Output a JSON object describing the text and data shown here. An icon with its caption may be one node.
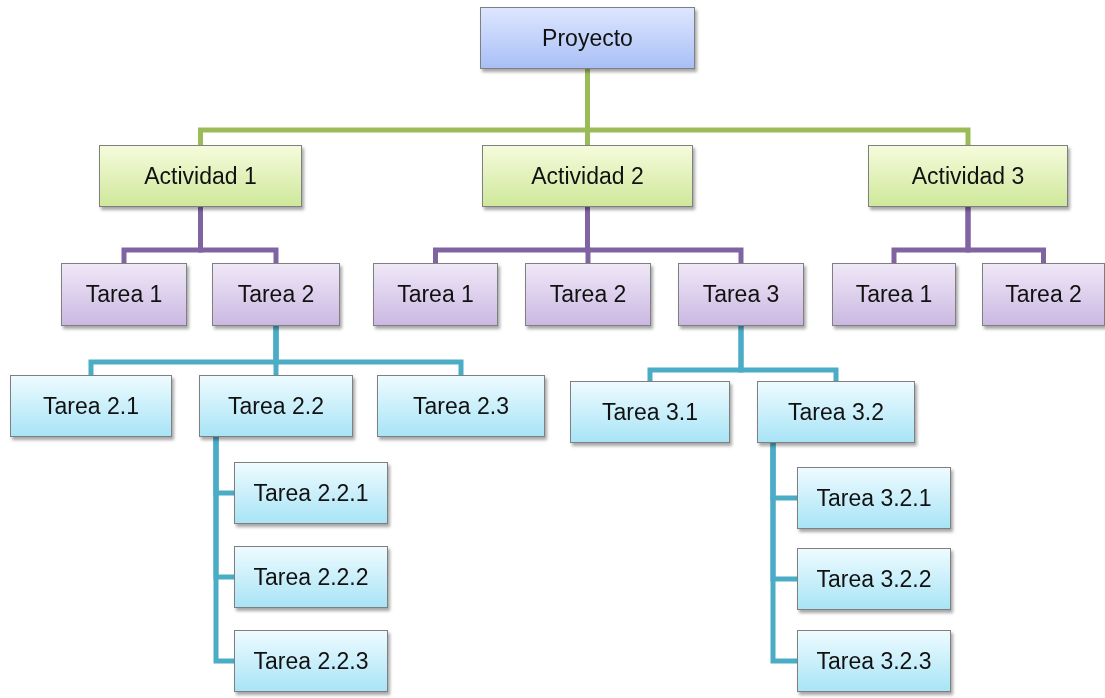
{
  "diagram": {
    "nodes": [
      {
        "text": [
          "Proyecto"
        ]
      },
      {
        "text": [
          "Actividad 1"
        ]
      },
      {
        "text": [
          "Actividad 2"
        ]
      },
      {
        "text": [
          "Actividad 3"
        ]
      },
      {
        "text": [
          "Tarea 1"
        ]
      },
      {
        "text": [
          "Tarea 2"
        ]
      },
      {
        "text": [
          "Tarea 1"
        ]
      },
      {
        "text": [
          "Tarea 2"
        ]
      },
      {
        "text": [
          "Tarea 3"
        ]
      },
      {
        "text": [
          "Tarea 1"
        ]
      },
      {
        "text": [
          "Tarea 2"
        ]
      },
      {
        "text": [
          "Tarea 2.1"
        ]
      },
      {
        "text": [
          "Tarea 2.2"
        ]
      },
      {
        "text": [
          "Tarea 2.3"
        ]
      },
      {
        "text": [
          "Tarea 2.2.1"
        ]
      },
      {
        "text": [
          "Tarea 2.2.2"
        ]
      },
      {
        "text": [
          "Tarea 2.2.3"
        ]
      },
      {
        "text": [
          "Tarea 3.1"
        ]
      },
      {
        "text": [
          "Tarea 3.2"
        ]
      },
      {
        "text": [
          "Tarea 3.2.1"
        ]
      },
      {
        "text": [
          "Tarea 3.2.2"
        ]
      },
      {
        "text": [
          "Tarea 3.2.3"
        ]
      }
    ],
    "edges": [
      {
        "from": 0,
        "to": 1,
        "arrow": "none",
        "color": "#9bbb59"
      },
      {
        "from": 0,
        "to": 2,
        "arrow": "none",
        "color": "#9bbb59"
      },
      {
        "from": 0,
        "to": 3,
        "arrow": "none",
        "color": "#9bbb59"
      },
      {
        "from": 1,
        "to": 4,
        "arrow": "none",
        "color": "#8064a2"
      },
      {
        "from": 1,
        "to": 5,
        "arrow": "none",
        "color": "#8064a2"
      },
      {
        "from": 2,
        "to": 6,
        "arrow": "none",
        "color": "#8064a2"
      },
      {
        "from": 2,
        "to": 7,
        "arrow": "none",
        "color": "#8064a2"
      },
      {
        "from": 2,
        "to": 8,
        "arrow": "none",
        "color": "#8064a2"
      },
      {
        "from": 3,
        "to": 9,
        "arrow": "none",
        "color": "#8064a2"
      },
      {
        "from": 3,
        "to": 10,
        "arrow": "none",
        "color": "#8064a2"
      },
      {
        "from": 5,
        "to": 11,
        "arrow": "none"
      },
      {
        "from": 5,
        "to": 12,
        "arrow": "none"
      },
      {
        "from": 5,
        "to": 13,
        "arrow": "none"
      },
      {
        "from": 12,
        "to": 14,
        "arrow": "none"
      },
      {
        "from": 12,
        "to": 15,
        "arrow": "none"
      },
      {
        "from": 12,
        "to": 16,
        "arrow": "none"
      },
      {
        "from": 8,
        "to": 17,
        "arrow": "none"
      },
      {
        "from": 8,
        "to": 18,
        "arrow": "none"
      },
      {
        "from": 18,
        "to": 19,
        "arrow": "none"
      },
      {
        "from": 18,
        "to": 20,
        "arrow": "none"
      },
      {
        "from": 18,
        "to": 21,
        "arrow": "none"
      }
    ]
  }
}
